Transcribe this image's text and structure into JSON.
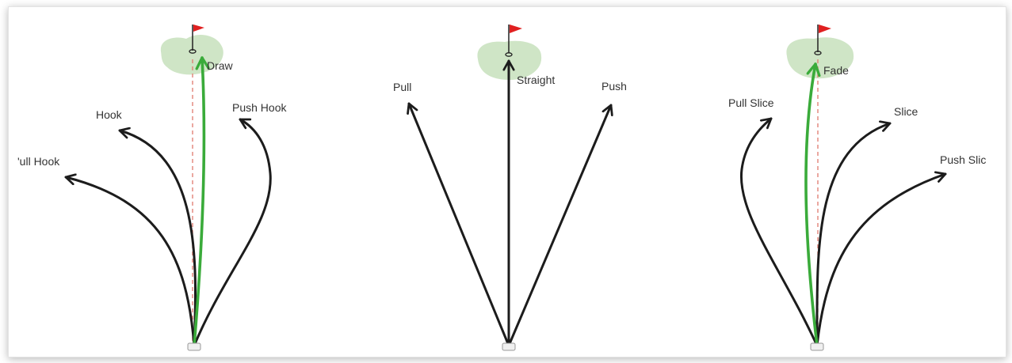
{
  "colors": {
    "shot": "#1c1c1c",
    "primary_shot": "#3aab3a",
    "target_line": "#e07a6e",
    "green": "#cfe5c6",
    "flag": "#e02020"
  },
  "panels": [
    {
      "id": "draw-panel",
      "primary": "Draw",
      "labels": [
        "Draw",
        "Hook",
        "Push Hook",
        "'ull Hook"
      ]
    },
    {
      "id": "straight-panel",
      "primary": "Straight",
      "labels": [
        "Pull",
        "Straight",
        "Push"
      ]
    },
    {
      "id": "fade-panel",
      "primary": "Fade",
      "labels": [
        "Fade",
        "Pull Slice",
        "Slice",
        "Push Slic"
      ]
    }
  ],
  "icons": [
    "flag-icon",
    "cup-icon",
    "golf-ball-on-tee-icon",
    "arrowhead-icon"
  ]
}
